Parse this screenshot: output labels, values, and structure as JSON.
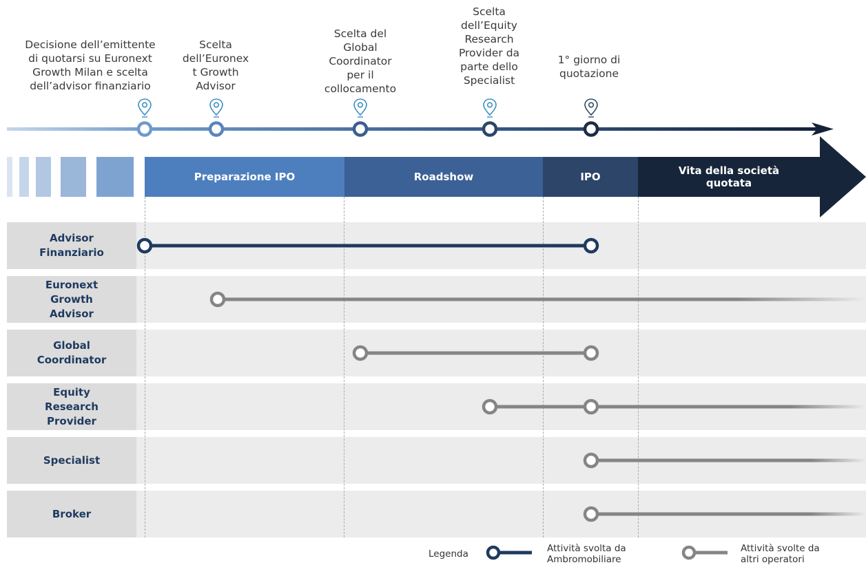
{
  "milestones": [
    {
      "label": "Decisione dell’emittente\ndi quotarsi su Euronext\nGrowth Milan e scelta\ndell’advisor finanziario"
    },
    {
      "label": "Scelta\ndell’Euronex\nt Growth\nAdvisor"
    },
    {
      "label": "Scelta del\nGlobal\nCoordinator\nper il\ncollocamento"
    },
    {
      "label": "Scelta\ndell’Equity\nResearch\nProvider da\nparte dello\nSpecialist"
    },
    {
      "label": "1° giorno di\nquotazione"
    }
  ],
  "phases": [
    {
      "label": "Preparazione IPO",
      "color": "#4d7fbe"
    },
    {
      "label": "Roadshow",
      "color": "#3c6196"
    },
    {
      "label": "IPO",
      "color": "#2c4569"
    },
    {
      "label": "Vita della società\nquotata",
      "color": "#17253a"
    }
  ],
  "rows": [
    {
      "label": "Advisor\nFinanziario",
      "type": "ambromobiliare"
    },
    {
      "label": "Euronext\nGrowth\nAdvisor",
      "type": "altri"
    },
    {
      "label": "Global\nCoordinator",
      "type": "altri"
    },
    {
      "label": "Equity\nResearch\nProvider",
      "type": "altri"
    },
    {
      "label": "Specialist",
      "type": "altri"
    },
    {
      "label": "Broker",
      "type": "altri"
    }
  ],
  "legend": {
    "title": "Legenda",
    "ambromobiliare": "Attività svolta da\nAmbromobiliare",
    "altri": "Attività svolte da\naltri operatori"
  },
  "colors": {
    "dark_navy": "#1f3a5f",
    "grey_line": "#858585",
    "pin": "#3a8fc0"
  }
}
